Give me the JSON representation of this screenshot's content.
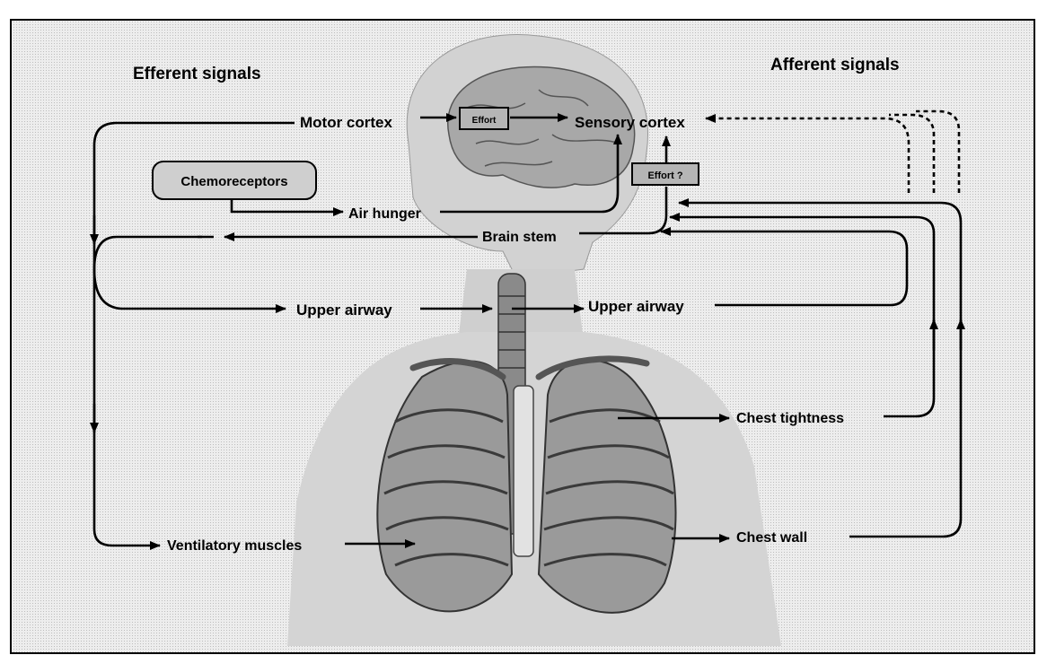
{
  "headings": {
    "efferent": "Efferent signals",
    "afferent": "Afferent signals"
  },
  "labels": {
    "motor_cortex": "Motor cortex",
    "effort": "Effort",
    "sensory_cortex": "Sensory cortex",
    "chemoreceptors": "Chemoreceptors",
    "effort_question": "Effort ?",
    "air_hunger": "Air hunger",
    "brain_stem": "Brain stem",
    "upper_airway_left": "Upper airway",
    "upper_airway_right": "Upper airway",
    "chest_tightness": "Chest tightness",
    "ventilatory_muscles": "Ventilatory muscles",
    "chest_wall": "Chest wall"
  },
  "colors": {
    "background": "#e6e6e6",
    "ink": "#000000",
    "box_fill": "#b5b5b5",
    "anatomy_fill": "#c8c8c8",
    "anatomy_dark": "#6f6f6f"
  }
}
